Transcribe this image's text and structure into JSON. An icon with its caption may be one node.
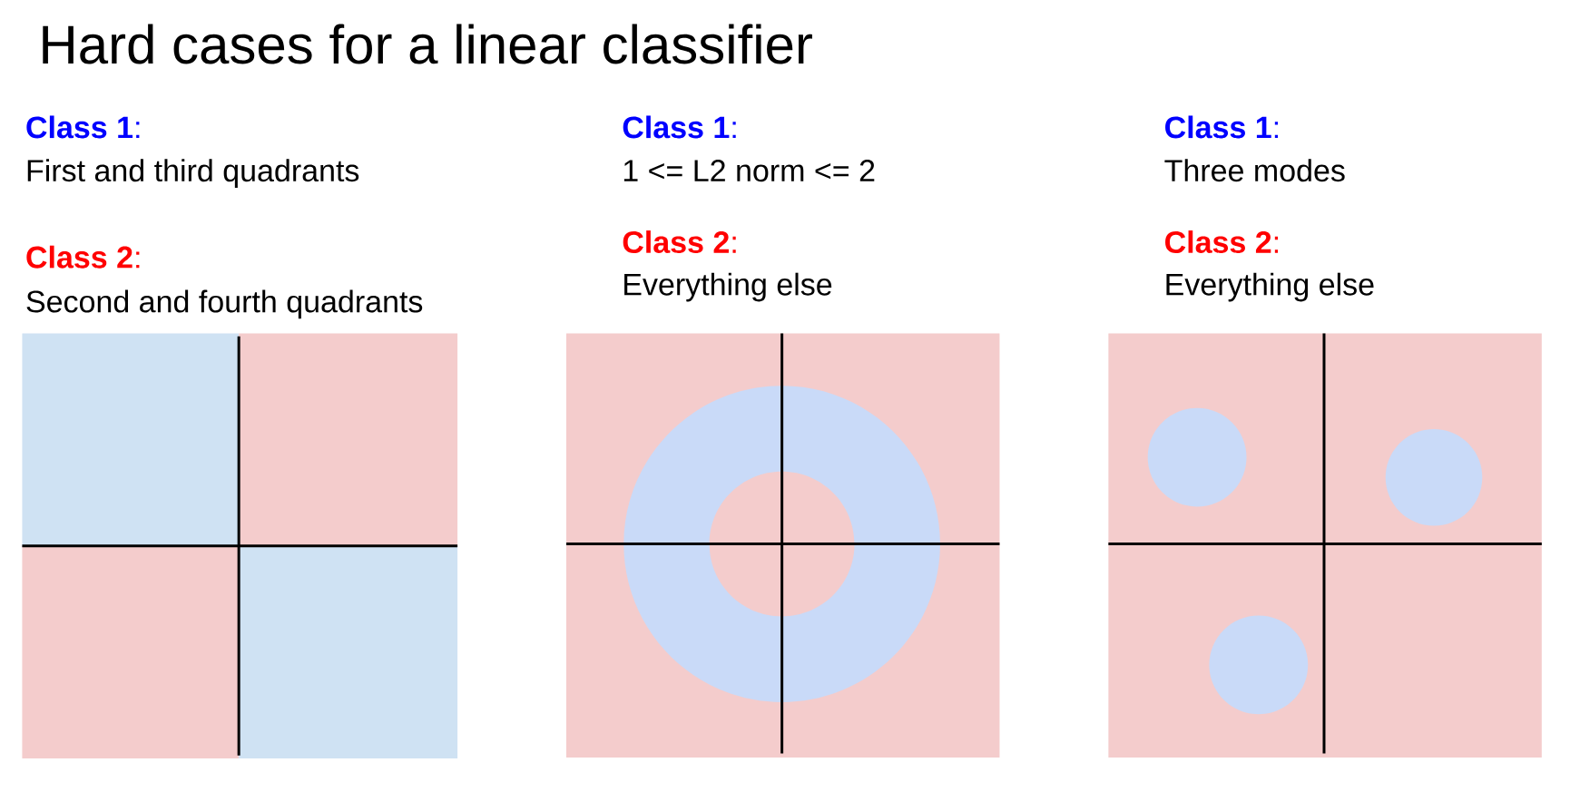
{
  "diagram": {
    "title": "Hard cases for a linear classifier",
    "labels": [
      "**Class 1**:",
      "First and third quadrants",
      "**Class 2**:",
      "Second and fourth quadrants",
      "**Class 1**:",
      "1 <= L2 norm <= 2",
      "**Class 2**:",
      "Everything else",
      "**Class 1**:",
      "Three modes",
      "**Class 2**:",
      "Everything else"
    ]
  }
}
